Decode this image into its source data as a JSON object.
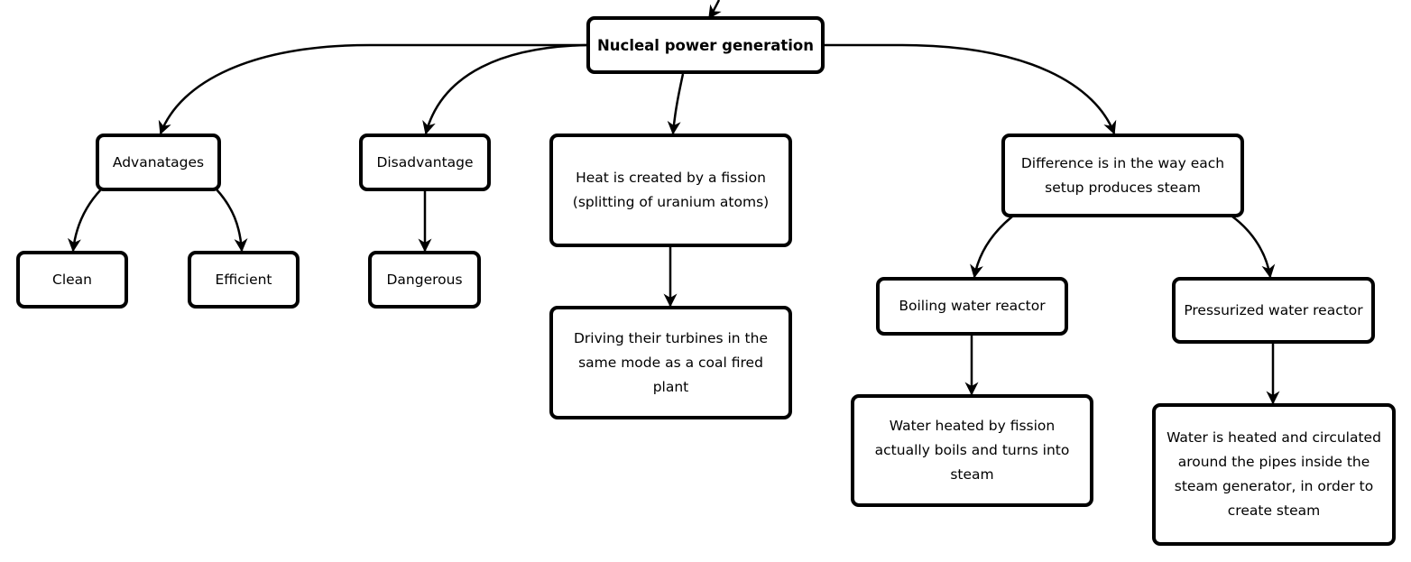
{
  "nodes": {
    "root": "Nucleal power generation",
    "advantages": "Advanatages",
    "clean": "Clean",
    "efficient": "Efficient",
    "disadvantage": "Disadvantage",
    "dangerous": "Dangerous",
    "heat": "Heat is created by a fission (splitting of uranium atoms)",
    "turbines": "Driving their turbines in the same mode as a coal fired plant",
    "difference": "Difference is in the way each setup produces steam",
    "bwr": "Boiling water reactor",
    "pwr": "Pressurized water reactor",
    "bwr_detail": "Water heated by fission actually boils and turns into steam",
    "pwr_detail": "Water is heated and circulated around the pipes inside the steam generator, in order to create steam"
  },
  "colors": {
    "stroke": "#000000",
    "fill": "#ffffff"
  }
}
